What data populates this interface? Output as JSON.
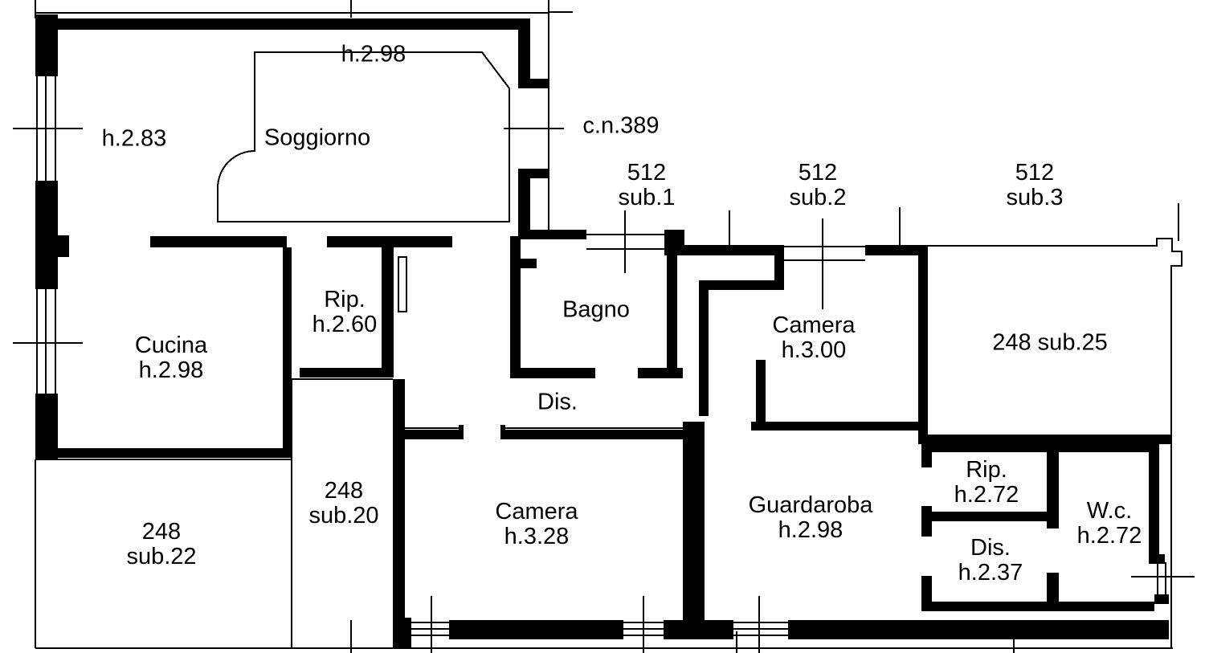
{
  "meta": {
    "drawing_type": "cadastral floor plan",
    "background_color": "#ffffff",
    "line_color": "#000000"
  },
  "labels": {
    "h298top": [
      "h.2.98"
    ],
    "soggiorno": [
      "Soggiorno"
    ],
    "h283": [
      "h.2.83"
    ],
    "cn389": [
      "c.n.389"
    ],
    "sub1": [
      "512",
      "sub.1"
    ],
    "sub2": [
      "512",
      "sub.2"
    ],
    "sub3": [
      "512",
      "sub.3"
    ],
    "bagno": [
      "Bagno"
    ],
    "camera300": [
      "Camera",
      "h.3.00"
    ],
    "sub25": [
      "248 sub.25"
    ],
    "cucina": [
      "Cucina",
      "h.2.98"
    ],
    "rip260": [
      "Rip.",
      "h.2.60"
    ],
    "dis_corr": [
      "Dis."
    ],
    "sub20": [
      "248",
      "sub.20"
    ],
    "sub22": [
      "248",
      "sub.22"
    ],
    "camera328": [
      "Camera",
      "h.3.28"
    ],
    "guardaroba": [
      "Guardaroba",
      "h.2.98"
    ],
    "rip272": [
      "Rip.",
      "h.2.72"
    ],
    "dis237": [
      "Dis.",
      "h.2.37"
    ],
    "wc": [
      "W.c.",
      "h.2.72"
    ]
  }
}
